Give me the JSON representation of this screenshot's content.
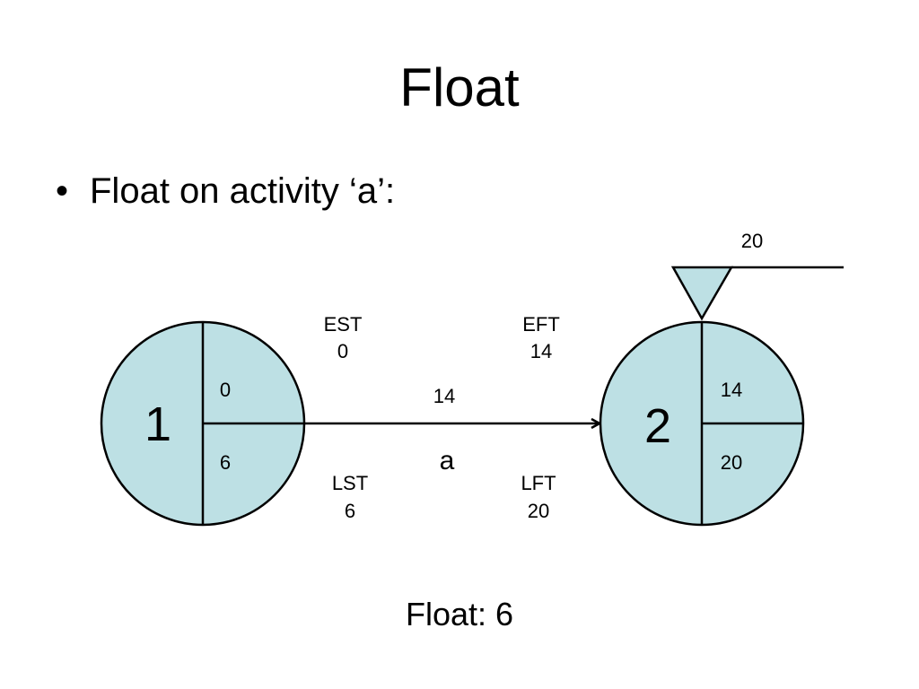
{
  "slide": {
    "title": "Float",
    "bullet_marker": "•",
    "bullet_text": "Float on activity ‘a’:",
    "footer": "Float: 6"
  },
  "diagram": {
    "node1": {
      "id": "1",
      "top": "0",
      "bottom": "6"
    },
    "node2": {
      "id": "2",
      "top": "14",
      "bottom": "20"
    },
    "activity": {
      "name": "a",
      "duration": "14"
    },
    "est": {
      "label": "EST",
      "value": "0"
    },
    "eft": {
      "label": "EFT",
      "value": "14"
    },
    "lst": {
      "label": "LST",
      "value": "6"
    },
    "lft": {
      "label": "LFT",
      "value": "20"
    },
    "finish_marker": {
      "value": "20"
    },
    "colors": {
      "node_fill": "#bde0e4",
      "stroke": "#000000"
    }
  }
}
